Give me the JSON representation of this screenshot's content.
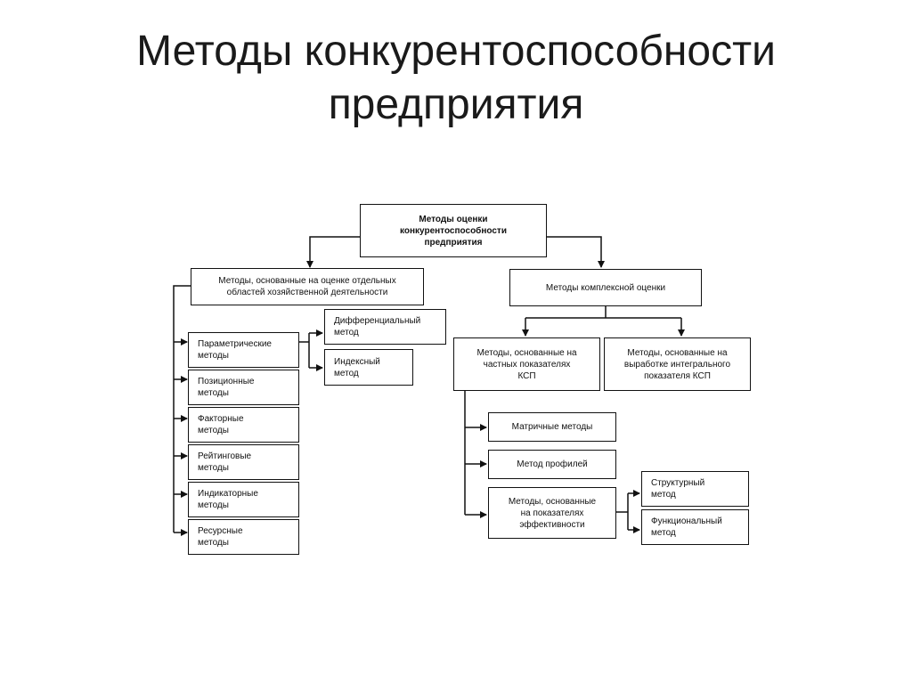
{
  "title": "Методы конкурентоспособности\nпредприятия",
  "diagram": {
    "root": "Методы оценки\nконкурентоспособности\nпредприятия",
    "left_branch": "Методы, основанные на оценке отдельных\nобластей хозяйственной деятельности",
    "right_branch": "Методы комплексной оценки",
    "param_sub": [
      "Дифференциальный\nметод",
      "Индексный\nметод"
    ],
    "left_items": [
      "Параметрические\nметоды",
      "Позиционные\nметоды",
      "Факторные\nметоды",
      "Рейтинговые\nметоды",
      "Индикаторные\nметоды",
      "Ресурсные\nметоды"
    ],
    "partial": "Методы, основанные на\nчастных показателях\nКСП",
    "integral": "Методы, основанные на\nвыработке интегрального\nпоказателя КСП",
    "partial_items": [
      "Матричные методы",
      "Метод профилей",
      "Методы, основанные\nна показателях\nэффективности"
    ],
    "efficiency_sub": [
      "Структурный\nметод",
      "Функциональный\nметод"
    ]
  }
}
